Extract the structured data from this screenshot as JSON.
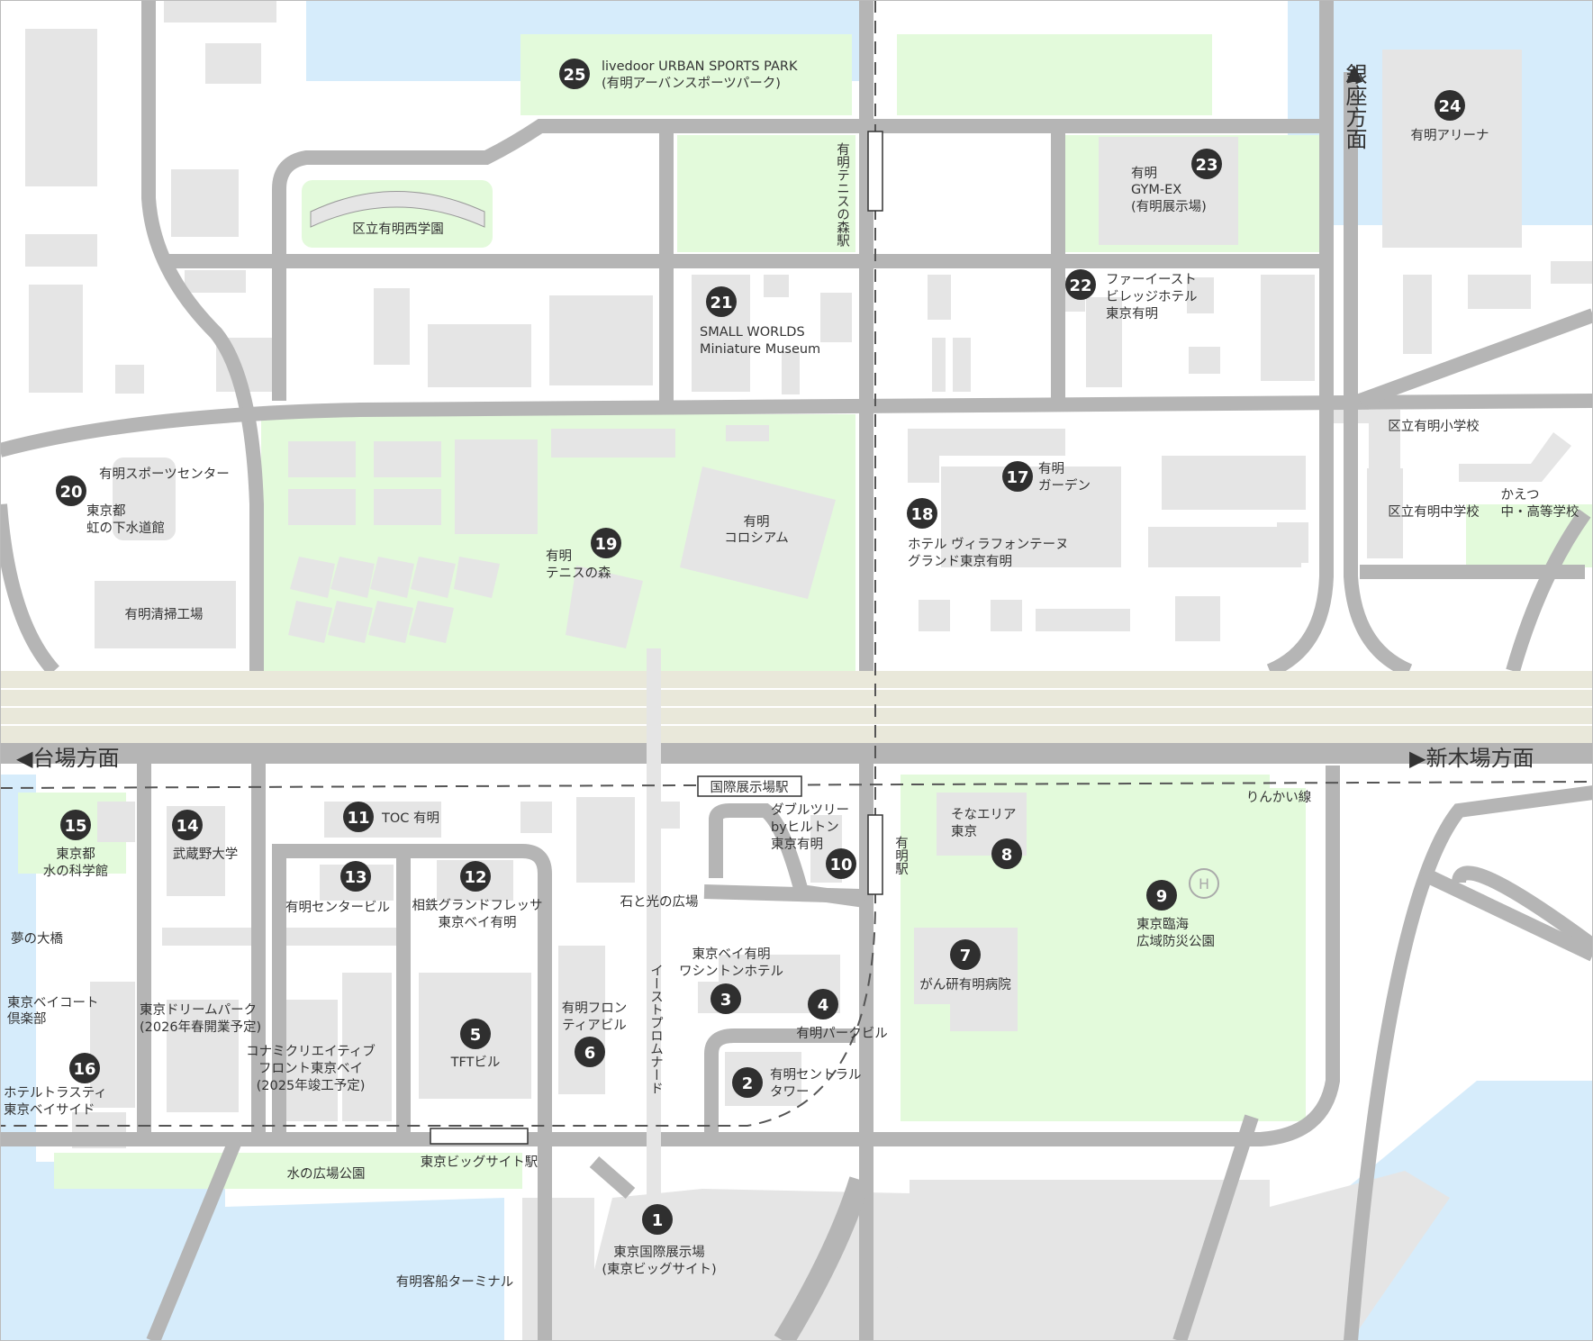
{
  "colors": {
    "water": "#d6ecfb",
    "park": "#e3fadb",
    "road": "#b5b5b5",
    "building": "#e5e5e5",
    "highway": "#e9e8da",
    "marker": "#2f2f2f",
    "text": "#333333"
  },
  "directions": {
    "ginza": "銀座方面",
    "daiba": "◀台場方面",
    "shinkiba": "▶新木場方面",
    "ginza_arrow": "▲"
  },
  "stations": {
    "ariake_tennis": "有明テニスの森駅",
    "kokusai_tenjijo": "国際展示場駅",
    "ariake": "有明駅",
    "big_sight": "東京ビッグサイト駅",
    "rinkai_line": "りんかい線"
  },
  "places": {
    "p1": {
      "num": "1",
      "l1": "東京国際展示場",
      "l2": "(東京ビッグサイト)"
    },
    "p2": {
      "num": "2",
      "l1": "有明セントラル",
      "l2": "タワー"
    },
    "p3": {
      "num": "3",
      "l1": "東京ベイ有明",
      "l2": "ワシントンホテル"
    },
    "p4": {
      "num": "4",
      "l1": "有明パークビル"
    },
    "p5": {
      "num": "5",
      "l1": "TFTビル"
    },
    "p6": {
      "num": "6",
      "l1": "有明フロン",
      "l2": "ティアビル"
    },
    "p7": {
      "num": "7",
      "l1": "がん研有明病院"
    },
    "p8": {
      "num": "8",
      "l1": "そなエリア",
      "l2": "東京"
    },
    "p9": {
      "num": "9",
      "l1": "東京臨海",
      "l2": "広域防災公園"
    },
    "p10": {
      "num": "10",
      "l1": "ダブルツリー",
      "l2": "byヒルトン",
      "l3": "東京有明"
    },
    "p11": {
      "num": "11",
      "l1": "TOC 有明"
    },
    "p12": {
      "num": "12",
      "l1": "相鉄グランドフレッサ",
      "l2": "東京ベイ有明"
    },
    "p13": {
      "num": "13",
      "l1": "有明センタービル"
    },
    "p14": {
      "num": "14",
      "l1": "武蔵野大学"
    },
    "p15": {
      "num": "15",
      "l1": "東京都",
      "l2": "水の科学館"
    },
    "p16": {
      "num": "16",
      "l1": "ホテルトラスティ",
      "l2": "東京ベイサイド"
    },
    "p17": {
      "num": "17",
      "l1": "有明",
      "l2": "ガーデン"
    },
    "p18": {
      "num": "18",
      "l1": "ホテル ヴィラフォンテーヌ",
      "l2": "グランド東京有明"
    },
    "p19": {
      "num": "19",
      "l1": "有明",
      "l2": "テニスの森"
    },
    "p20": {
      "num": "20",
      "l1": "東京都",
      "l2": "虹の下水道館"
    },
    "p21": {
      "num": "21",
      "l1": "SMALL WORLDS",
      "l2": "Miniature Museum"
    },
    "p22": {
      "num": "22",
      "l1": "ファーイースト",
      "l2": "ビレッジホテル",
      "l3": "東京有明"
    },
    "p23": {
      "num": "23",
      "l1": "有明",
      "l2": "GYM-EX",
      "l3": "(有明展示場)"
    },
    "p24": {
      "num": "24",
      "l1": "有明アリーナ"
    },
    "p25": {
      "num": "25",
      "l1": "livedoor URBAN SPORTS PARK",
      "l2": "(有明アーバンスポーツパーク)"
    }
  },
  "labels": {
    "nishi_gakuen": "区立有明西学園",
    "sports_center": "有明スポーツセンター",
    "seiso_kojo": "有明清掃工場",
    "colosseum_1": "有明",
    "colosseum_2": "コロシアム",
    "elem_school": "区立有明小学校",
    "jr_high": "区立有明中学校",
    "kaetsu_1": "かえつ",
    "kaetsu_2": "中・高等学校",
    "yume_bridge": "夢の大橋",
    "baycourt_1": "東京ベイコート",
    "baycourt_2": "倶楽部",
    "dreampark_1": "東京ドリームパーク",
    "dreampark_2": "(2026年春開業予定)",
    "konami_1": "コナミクリエイティブ",
    "konami_2": "フロント東京ベイ",
    "konami_3": "(2025年竣工予定)",
    "ishi_hikari": "石と光の広場",
    "east_promenade": "イーストプロムナード",
    "mizu_hiroba": "水の広場公園",
    "ferry_terminal": "有明客船ターミナル"
  }
}
